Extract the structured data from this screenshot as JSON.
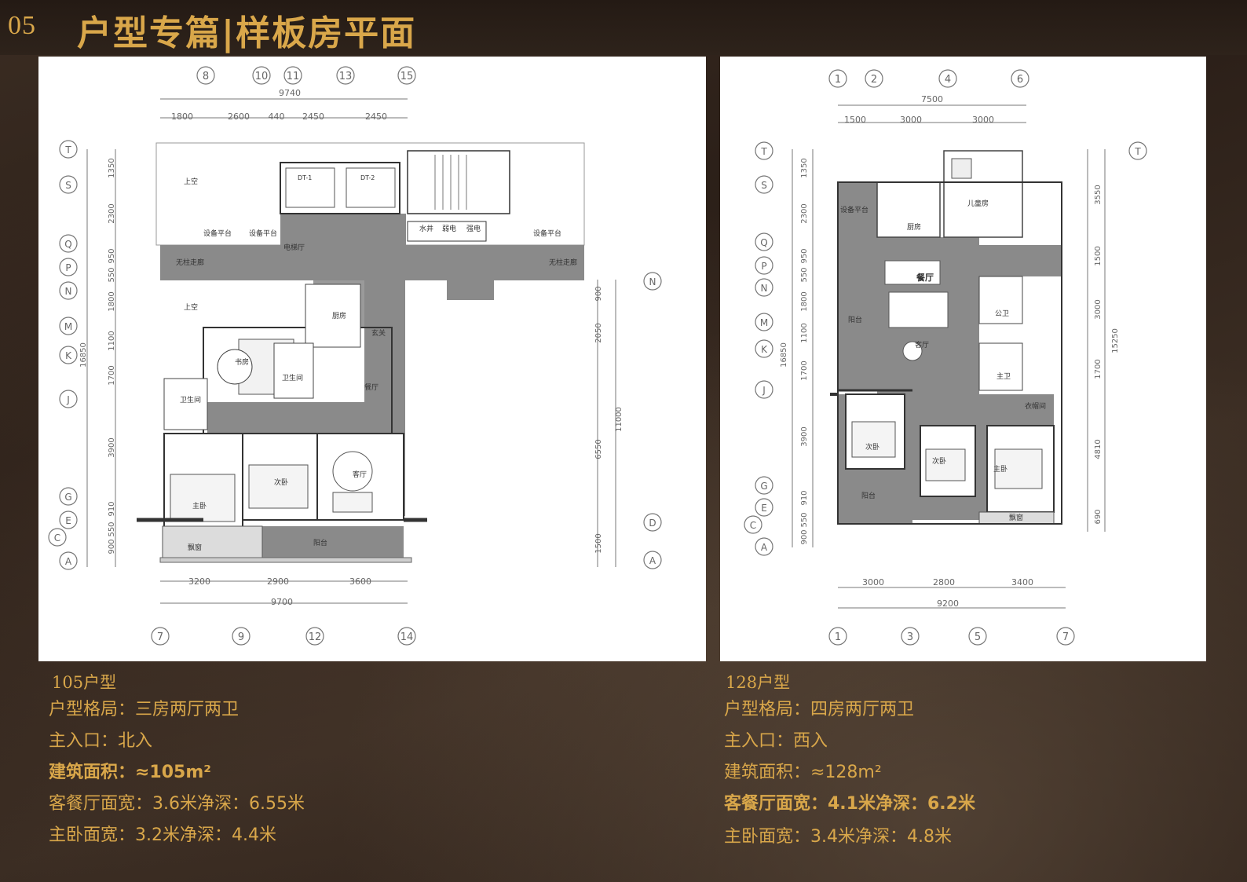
{
  "header": {
    "page_number": "05",
    "title": "户型专篇|样板房平面"
  },
  "plan_left": {
    "top_axes": [
      "8",
      "10",
      "11",
      "13",
      "15"
    ],
    "bottom_axes": [
      "7",
      "9",
      "12",
      "14"
    ],
    "side_axes_left": [
      "T",
      "S",
      "Q",
      "P",
      "N",
      "M",
      "K",
      "J",
      "G",
      "E",
      "C",
      "A"
    ],
    "side_axes_right": [
      "N",
      "D",
      "A"
    ],
    "top_total": "9740",
    "top_dims": [
      "1800",
      "2600",
      "440",
      "2450",
      "2450"
    ],
    "bottom_dims": [
      "3200",
      "2900",
      "3600"
    ],
    "bottom_total": "9700",
    "left_dims": [
      "1350",
      "2300",
      "950",
      "550",
      "1800",
      "1100",
      "1700",
      "3900",
      "910",
      "550",
      "900"
    ],
    "left_total": "16850",
    "right_dims": [
      "900",
      "2050",
      "6550",
      "1500"
    ],
    "right_total": "11000",
    "rooms": {
      "void_top": "上空",
      "void_mid": "上空",
      "elevator_1": "DT-1",
      "elevator_2": "DT-2",
      "lobby": "电梯厅",
      "corridor_left": "无柱走廊",
      "corridor_right": "无柱走廊",
      "platform_left": "设备平台",
      "platform_right": "设备平台",
      "water": "水井",
      "weak": "弱电",
      "strong": "强电",
      "kitchen": "厨房",
      "entry": "玄关",
      "study": "书房",
      "bath_1": "卫生间",
      "bath_2": "卫生间",
      "dining": "餐厅",
      "second_bed": "次卧",
      "living": "客厅",
      "master": "主卧",
      "balcony": "阳台",
      "bay": "飘窗"
    }
  },
  "plan_right": {
    "top_axes": [
      "1",
      "2",
      "4",
      "6"
    ],
    "bottom_axes": [
      "1",
      "3",
      "5",
      "7"
    ],
    "side_axes_left": [
      "T",
      "S",
      "Q",
      "P",
      "N",
      "M",
      "K",
      "J",
      "G",
      "E",
      "C",
      "A"
    ],
    "side_axes_right": [
      "T"
    ],
    "top_total": "7500",
    "top_dims": [
      "1500",
      "3000",
      "3000"
    ],
    "bottom_dims": [
      "3000",
      "2800",
      "3400"
    ],
    "bottom_total": "9200",
    "left_dims": [
      "1350",
      "2300",
      "950",
      "550",
      "1800",
      "1100",
      "1700",
      "3900",
      "910",
      "550",
      "900"
    ],
    "left_total": "16850",
    "right_dims": [
      "3550",
      "1500",
      "3000",
      "1700",
      "4810",
      "690"
    ],
    "right_total": "15250",
    "rooms": {
      "platform": "设备平台",
      "kitchen": "厨房",
      "kids_bath": "儿童房",
      "dining": "餐厅",
      "balcony_1": "阳台",
      "living": "客厅",
      "public_bath": "公卫",
      "master_bath": "主卫",
      "cloak": "衣帽间",
      "second_bed_1": "次卧",
      "second_bed_2": "次卧",
      "master": "主卧",
      "balcony_2": "阳台",
      "bay": "飘窗"
    }
  },
  "unit_left": {
    "name": "105户型",
    "layout": "户型格局：三房两厅两卫",
    "entrance": "主入口：北入",
    "area_label": "建筑面积：≈105m²",
    "living_dims": "客餐厅面宽：3.6米净深：6.55米",
    "master_dims": "主卧面宽：3.2米净深：4.4米"
  },
  "unit_right": {
    "name": "128户型",
    "layout": "户型格局：四房两厅两卫",
    "entrance": "主入口：西入",
    "area_label": "建筑面积：≈128m²",
    "living_dims": "客餐厅面宽：4.1米净深：6.2米",
    "master_dims": "主卧面宽：3.4米净深：4.8米"
  },
  "colors": {
    "accent_gold": "#d9a74a",
    "plan_gray": "#8a8a8a",
    "wall_dark": "#4a4a4a"
  }
}
